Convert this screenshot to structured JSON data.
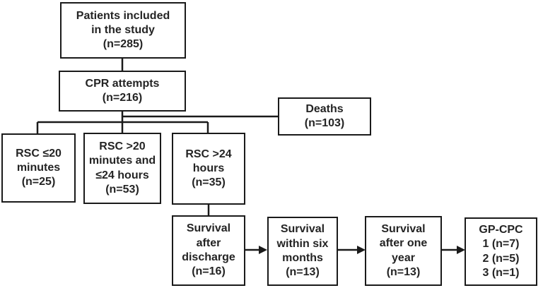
{
  "figure": {
    "type": "flowchart",
    "background_color": "#ffffff",
    "line_color": "#1a1a1a",
    "text_color": "#242424"
  },
  "boxes": {
    "patients": {
      "lines": [
        "Patients included",
        "in the study",
        "(n=285)"
      ]
    },
    "cpr": {
      "lines": [
        "CPR attempts",
        "(n=216)"
      ]
    },
    "deaths": {
      "lines": [
        "Deaths",
        "(n=103)"
      ]
    },
    "rsc_le_20min": {
      "lines": [
        "RSC ≤20",
        "minutes",
        "(n=25)"
      ]
    },
    "rsc_20min_to_24h": {
      "lines": [
        "RSC >20",
        "minutes and",
        "≤24 hours",
        "(n=53)"
      ]
    },
    "rsc_gt_24h": {
      "lines": [
        "RSC >24",
        "hours",
        "(n=35)"
      ]
    },
    "survival_after_discharge": {
      "lines": [
        "Survival",
        "after",
        "discharge",
        "(n=16)"
      ]
    },
    "survival_within_six_months": {
      "lines": [
        "Survival",
        "within six",
        "months",
        "(n=13)"
      ]
    },
    "survival_after_one_year": {
      "lines": [
        "Survival",
        "after one",
        "year",
        "(n=13)"
      ]
    },
    "gp_cpc": {
      "lines": [
        "GP-CPC",
        "1 (n=7)",
        "2 (n=5)",
        "3 (n=1)"
      ]
    }
  }
}
